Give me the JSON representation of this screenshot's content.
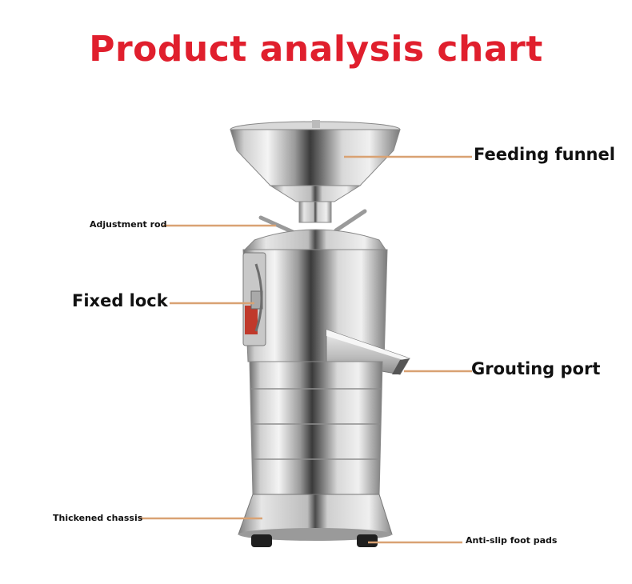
{
  "title": "Product analysis chart",
  "labels": {
    "feeding_funnel": "Feeding funnel",
    "adjustment_rod": "Adjustment rod",
    "fixed_lock": "Fixed lock",
    "grouting_port": "Grouting port",
    "thickened_chassis": "Thickened chassis",
    "anti_slip": "Anti-slip foot pads"
  },
  "colors": {
    "title": "#e01f2d",
    "leader_line": "#d9a273"
  }
}
